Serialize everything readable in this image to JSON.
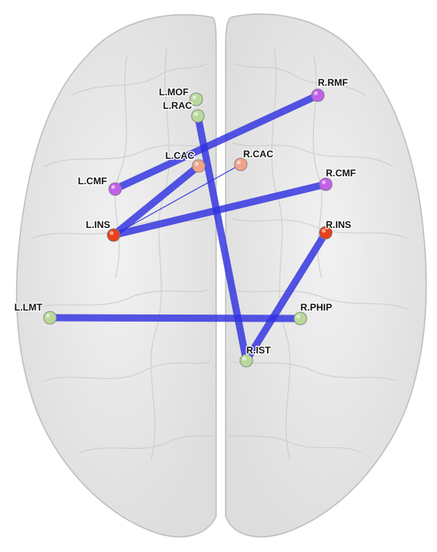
{
  "colors": {
    "edge": "#2f2fe0",
    "green_node": "#b9d99a",
    "orange_node": "#f0a48a",
    "red_node": "#e8401c",
    "purple_node": "#c060e8",
    "brain_fill": "#e6e6e6",
    "brain_stroke": "#c4c4c4"
  },
  "nodes": [
    {
      "id": "L.MOF",
      "label": "L.MOF",
      "color_key": "green_node"
    },
    {
      "id": "L.RAC",
      "label": "L.RAC",
      "color_key": "green_node"
    },
    {
      "id": "R.RMF",
      "label": "R.RMF",
      "color_key": "purple_node"
    },
    {
      "id": "L.CAC",
      "label": "L.CAC",
      "color_key": "orange_node"
    },
    {
      "id": "R.CAC",
      "label": "R.CAC",
      "color_key": "orange_node"
    },
    {
      "id": "L.CMF",
      "label": "L.CMF",
      "color_key": "purple_node"
    },
    {
      "id": "R.CMF",
      "label": "R.CMF",
      "color_key": "purple_node"
    },
    {
      "id": "L.INS",
      "label": "L.INS",
      "color_key": "red_node"
    },
    {
      "id": "R.INS",
      "label": "R.INS",
      "color_key": "red_node"
    },
    {
      "id": "L.LMT",
      "label": "L.LMT",
      "color_key": "green_node"
    },
    {
      "id": "R.PHIP",
      "label": "R.PHIP",
      "color_key": "green_node"
    },
    {
      "id": "R.IST",
      "label": "R.IST",
      "color_key": "green_node"
    }
  ],
  "edges": [
    {
      "source": "L.CMF",
      "target": "R.RMF",
      "weight": "strong"
    },
    {
      "source": "L.RAC",
      "target": "R.IST",
      "weight": "strong"
    },
    {
      "source": "L.INS",
      "target": "L.CAC",
      "weight": "strong"
    },
    {
      "source": "L.INS",
      "target": "R.CMF",
      "weight": "strong"
    },
    {
      "source": "L.INS",
      "target": "R.CAC",
      "weight": "weak"
    },
    {
      "source": "R.INS",
      "target": "R.IST",
      "weight": "strong"
    },
    {
      "source": "L.LMT",
      "target": "R.PHIP",
      "weight": "strong"
    }
  ]
}
